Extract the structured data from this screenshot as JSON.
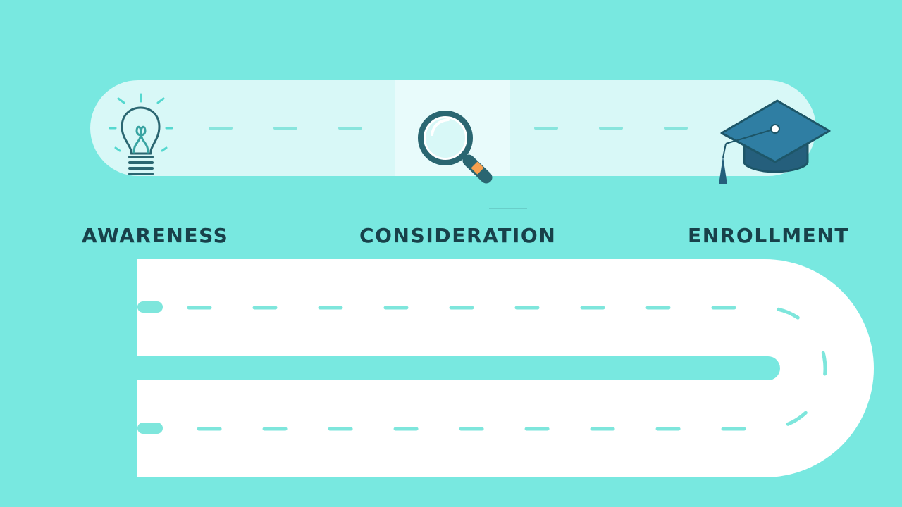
{
  "diagram": {
    "colors": {
      "background": "#78e8e0",
      "track": "#ffffff",
      "accent": "#7ee6dc",
      "label": "#18414a",
      "icon_dark": "#2a6671",
      "icon_blue": "#2f7ea3",
      "icon_orange": "#f7a04e"
    },
    "stages": [
      {
        "label": "AWARENESS",
        "icon": "lightbulb-icon"
      },
      {
        "label": "CONSIDERATION",
        "icon": "magnifying-glass-icon"
      },
      {
        "label": "ENROLLMENT",
        "icon": "graduation-cap-icon"
      }
    ]
  }
}
